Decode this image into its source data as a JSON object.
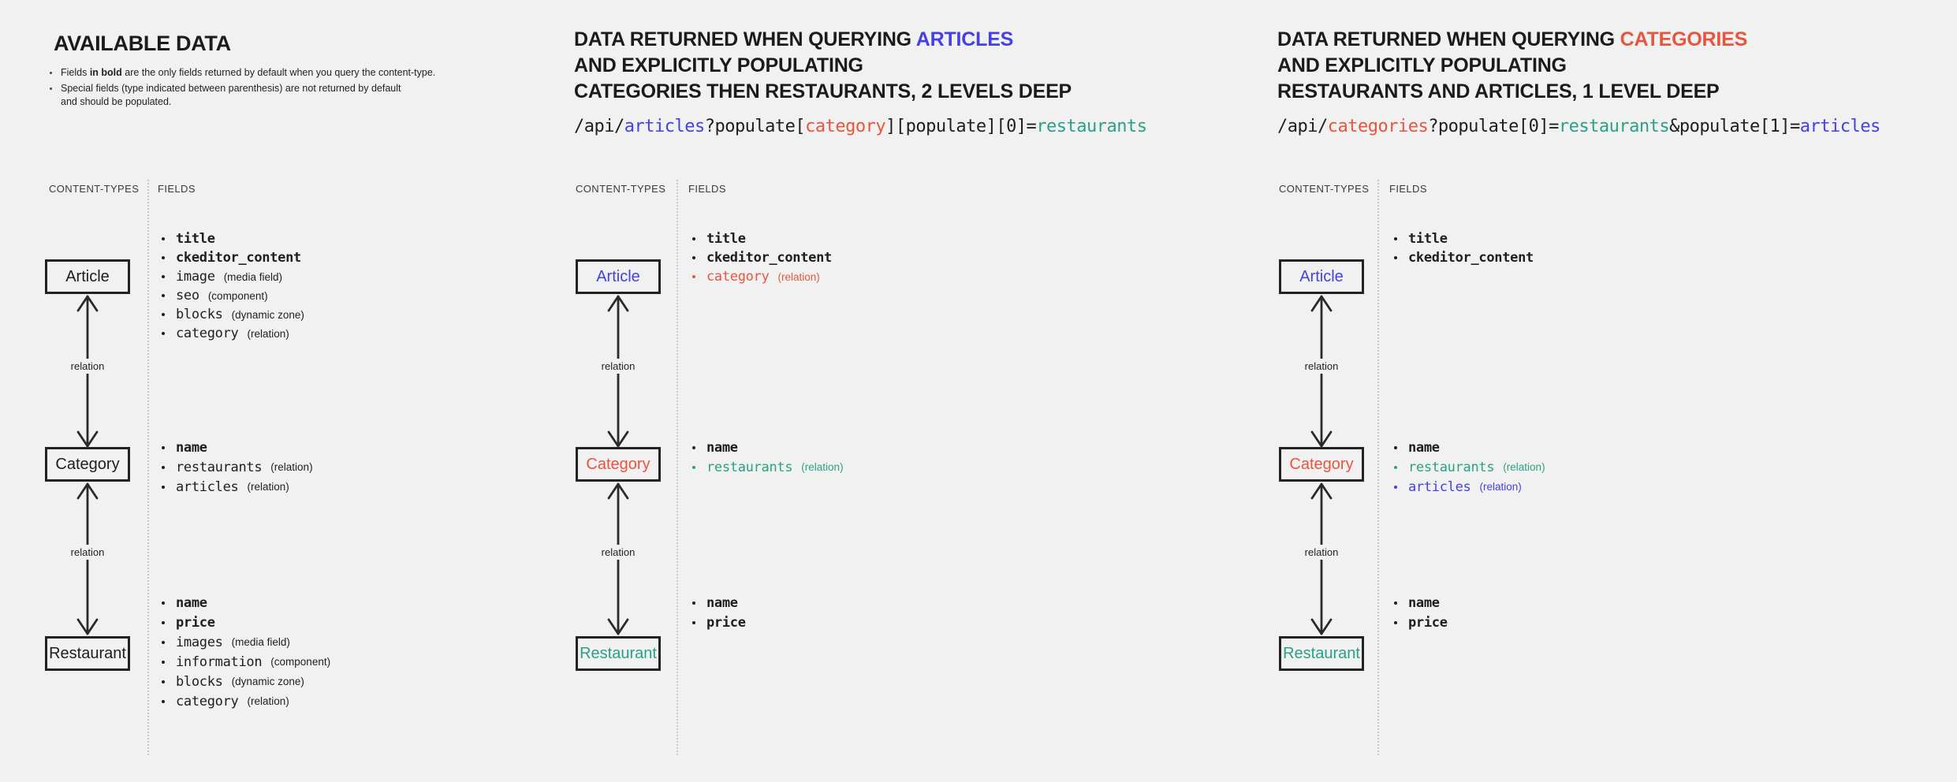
{
  "colors": {
    "background": "#f1f1f1",
    "ink": "#1e1e1e",
    "blue": "#4340e8",
    "red": "#e8553e",
    "teal": "#28a186"
  },
  "panel1": {
    "title": "AVAILABLE DATA",
    "note1_pre": "Fields ",
    "note1_bold": "in bold",
    "note1_post": " are the only fields returned by default when you query the content-type.",
    "note2": "Special fields (type indicated between parenthesis) are not returned by default\nand should be populated.",
    "content_types_label": "CONTENT-TYPES",
    "fields_label": "FIELDS",
    "relation_label": "relation",
    "article": {
      "name": "Article",
      "fields": [
        {
          "name": "title",
          "bold": true
        },
        {
          "name": "ckeditor_content",
          "bold": true
        },
        {
          "name": "image",
          "type": "(media field)"
        },
        {
          "name": "seo",
          "type": "(component)"
        },
        {
          "name": "blocks",
          "type": "(dynamic zone)"
        },
        {
          "name": "category",
          "type": "(relation)"
        }
      ]
    },
    "category": {
      "name": "Category",
      "fields": [
        {
          "name": "name",
          "bold": true
        },
        {
          "name": "restaurants",
          "type": "(relation)"
        },
        {
          "name": "articles",
          "type": "(relation)"
        }
      ]
    },
    "restaurant": {
      "name": "Restaurant",
      "fields": [
        {
          "name": "name",
          "bold": true
        },
        {
          "name": "price",
          "bold": true
        },
        {
          "name": "images",
          "type": "(media field)"
        },
        {
          "name": "information",
          "type": "(component)"
        },
        {
          "name": "blocks",
          "type": "(dynamic zone)"
        },
        {
          "name": "category",
          "type": "(relation)"
        }
      ]
    }
  },
  "panel2": {
    "heading1_pre": "DATA RETURNED WHEN QUERYING ",
    "heading1_accent": "ARTICLES",
    "heading2": "AND EXPLICITLY POPULATING",
    "heading3": "CATEGORIES THEN RESTAURANTS, 2 LEVELS DEEP",
    "code": {
      "s1": "/api/",
      "s2": "articles",
      "s3": "?populate[",
      "s4": "category",
      "s5": "][populate][0]=",
      "s6": "restaurants"
    },
    "content_types_label": "CONTENT-TYPES",
    "fields_label": "FIELDS",
    "relation_label": "relation",
    "article": {
      "name": "Article",
      "color": "blue",
      "fields": [
        {
          "name": "title",
          "bold": true
        },
        {
          "name": "ckeditor_content",
          "bold": true
        },
        {
          "name": "category",
          "type": "(relation)",
          "color": "red"
        }
      ]
    },
    "category": {
      "name": "Category",
      "color": "red",
      "fields": [
        {
          "name": "name",
          "bold": true
        },
        {
          "name": "restaurants",
          "type": "(relation)",
          "color": "teal"
        }
      ]
    },
    "restaurant": {
      "name": "Restaurant",
      "color": "teal",
      "fields": [
        {
          "name": "name",
          "bold": true
        },
        {
          "name": "price",
          "bold": true
        }
      ]
    }
  },
  "panel3": {
    "heading1_pre": "DATA RETURNED WHEN QUERYING ",
    "heading1_accent": "CATEGORIES",
    "heading2": "AND EXPLICITLY POPULATING",
    "heading3": "RESTAURANTS AND ARTICLES, 1 LEVEL DEEP",
    "code": {
      "s1": "/api/",
      "s2": "categories",
      "s3": "?populate[0]=",
      "s4": "restaurants",
      "s5": "&populate[1]=",
      "s6": "articles"
    },
    "content_types_label": "CONTENT-TYPES",
    "fields_label": "FIELDS",
    "relation_label": "relation",
    "article": {
      "name": "Article",
      "color": "blue",
      "fields": [
        {
          "name": "title",
          "bold": true
        },
        {
          "name": "ckeditor_content",
          "bold": true
        }
      ]
    },
    "category": {
      "name": "Category",
      "color": "red",
      "fields": [
        {
          "name": "name",
          "bold": true
        },
        {
          "name": "restaurants",
          "type": "(relation)",
          "color": "teal"
        },
        {
          "name": "articles",
          "type": "(relation)",
          "color": "blue"
        }
      ]
    },
    "restaurant": {
      "name": "Restaurant",
      "color": "teal",
      "fields": [
        {
          "name": "name",
          "bold": true
        },
        {
          "name": "price",
          "bold": true
        }
      ]
    }
  }
}
